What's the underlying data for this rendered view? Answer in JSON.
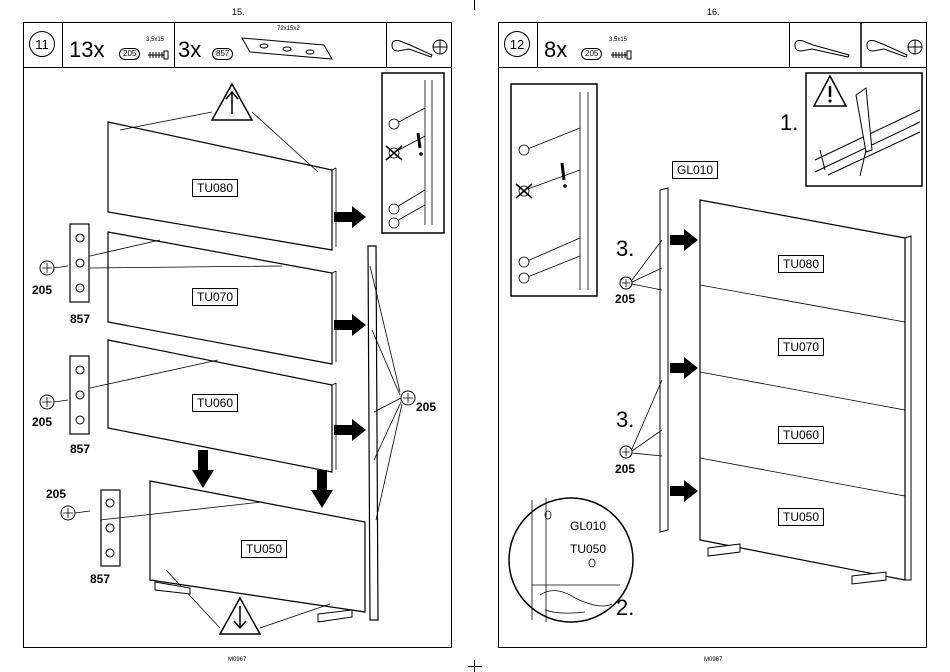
{
  "pages": [
    {
      "page_number": "15.",
      "step": "11",
      "quantities": [
        {
          "qty": "13x",
          "part": "205",
          "spec": "3,5x15"
        },
        {
          "qty": "3x",
          "part": "857",
          "spec": "72x15x2"
        }
      ],
      "panels": [
        "TU080",
        "TU070",
        "TU060",
        "TU050"
      ],
      "labels": {
        "screw": "205",
        "bracket": "857"
      },
      "footer": "M0967"
    },
    {
      "page_number": "16.",
      "step": "12",
      "quantities": [
        {
          "qty": "8x",
          "part": "205",
          "spec": "3,5x15"
        }
      ],
      "panels": [
        "TU080",
        "TU070",
        "TU060",
        "TU050"
      ],
      "side_panel": "GL010",
      "labels": {
        "screw": "205"
      },
      "callouts": [
        "1.",
        "2.",
        "3.",
        "3."
      ],
      "detail": {
        "top": "GL010",
        "bottom": "TU050"
      },
      "footer": "M0967"
    }
  ],
  "icons": [
    "screwdriver-icon",
    "phillips-bit-icon",
    "warning-icon"
  ]
}
